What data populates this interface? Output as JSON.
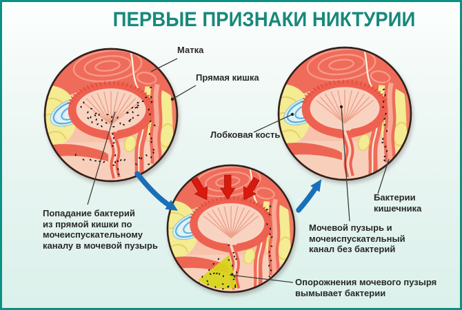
{
  "title": "ПЕРВЫЕ ПРИЗНАКИ НИКТУРИИ",
  "labels": {
    "uterus": "Матка",
    "rectum": "Прямая кишка",
    "pubic_bone": "Лобковая кость",
    "bacteria_entry": "Попадание бактерий\nиз прямой кишки по\nмочеиспускательному\nканалу в мочевой пузырь",
    "gut_bacteria": "Бактерии\nкишечника",
    "clean_bladder": "Мочевой пузырь и\nмочеиспускательный\nканал без бактерий",
    "emptying": "Опорожнения мочевого пузыря\nвымывает бактерии"
  },
  "colors": {
    "accent": "#17897b",
    "border": "#0a9184",
    "label_text": "#282828",
    "leader_line": "#3c3c3c",
    "flow_arrow": "#1a70b8",
    "pressure_arrow": "#d8190d",
    "tissue_salmon": "#f7c3ac",
    "tissue_red": "#ef6c5a",
    "tissue_dark_red": "#e04c3c",
    "tissue_yellow": "#f4eb92",
    "bone_blue": "#58aed5",
    "bacteria": "#141414",
    "urine_yellow": "#d7d41b"
  }
}
